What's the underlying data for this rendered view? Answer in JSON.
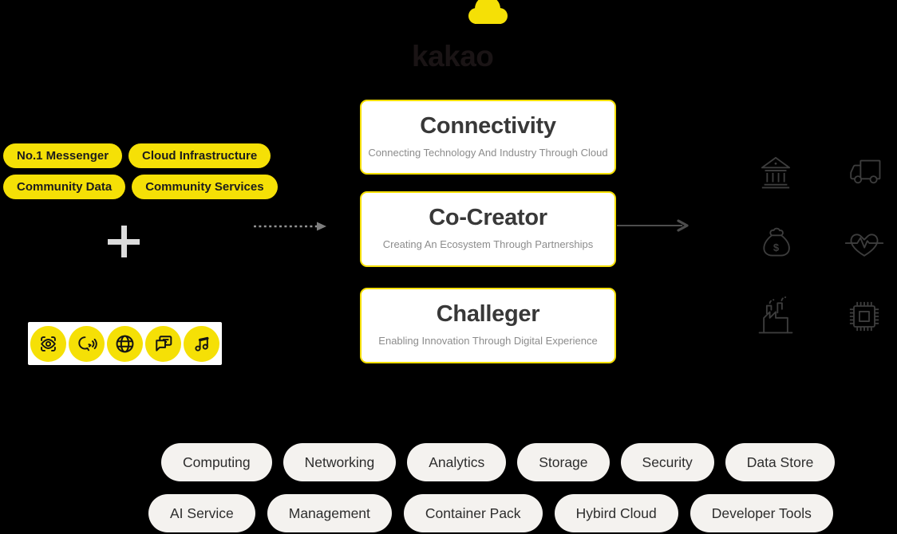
{
  "brand": {
    "name": "kakao"
  },
  "colors": {
    "background": "#000000",
    "kakao_yellow": "#F5E006",
    "card_border_yellow": "#F5DF00",
    "card_title": "#383838",
    "card_subtitle": "#8c8c8c",
    "icon_stroke": "#3d3d3d",
    "service_pill_bg": "#f4f2ef"
  },
  "left_badges": {
    "items": [
      "No.1 Messenger",
      "Cloud Infrastructure",
      "Community Data",
      "Community Services"
    ]
  },
  "plus_sign": "+",
  "capability_strip": {
    "icons": [
      "eye-scan-icon",
      "voice-icon",
      "globe-icon",
      "chat-icon",
      "music-note-icon"
    ]
  },
  "cards": [
    {
      "title": "Connectivity",
      "subtitle": "Connecting Technology And Industry Through Cloud"
    },
    {
      "title": "Co-Creator",
      "subtitle": "Creating An Ecosystem Through Partnerships"
    },
    {
      "title": "Challeger",
      "subtitle": "Enabling Innovation Through Digital Experience"
    }
  ],
  "industry_icons": {
    "items": [
      "bank-icon",
      "delivery-truck-icon",
      "money-bag-icon",
      "heart-pulse-icon",
      "factory-icon",
      "cpu-chip-icon"
    ],
    "money_symbol": "$"
  },
  "services": {
    "row1": [
      "Computing",
      "Networking",
      "Analytics",
      "Storage",
      "Security",
      "Data Store"
    ],
    "row2": [
      "AI Service",
      "Management",
      "Container Pack",
      "Hybird Cloud",
      "Developer Tools"
    ]
  }
}
